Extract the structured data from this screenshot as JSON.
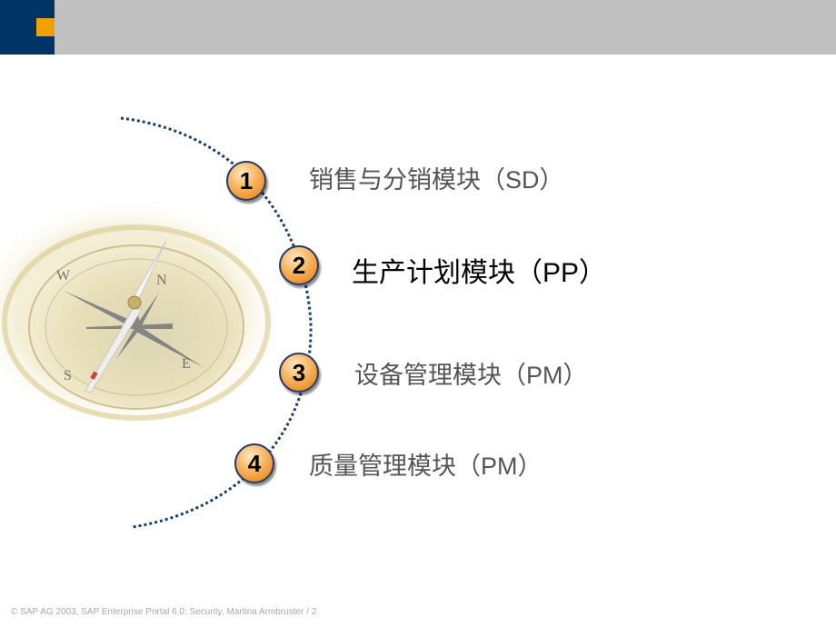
{
  "header": {
    "brand_colors": {
      "bar": "#c0c0c0",
      "logo_block": "#003366",
      "logo_square": "#f0a000"
    }
  },
  "graphic": {
    "image": "compass-icon",
    "arc_color": "#1a3f6e"
  },
  "items": [
    {
      "number": "1",
      "label": "销售与分销模块（SD）"
    },
    {
      "number": "2",
      "label": "生产计划模块（PP）"
    },
    {
      "number": "3",
      "label": "设备管理模块（PM）"
    },
    {
      "number": "4",
      "label": "质量管理模块（PM）"
    }
  ],
  "footer": {
    "text": "©  SAP AG 2003, SAP Enterprise Portal 6.0: Security, Martina Armbruster  / 2"
  }
}
